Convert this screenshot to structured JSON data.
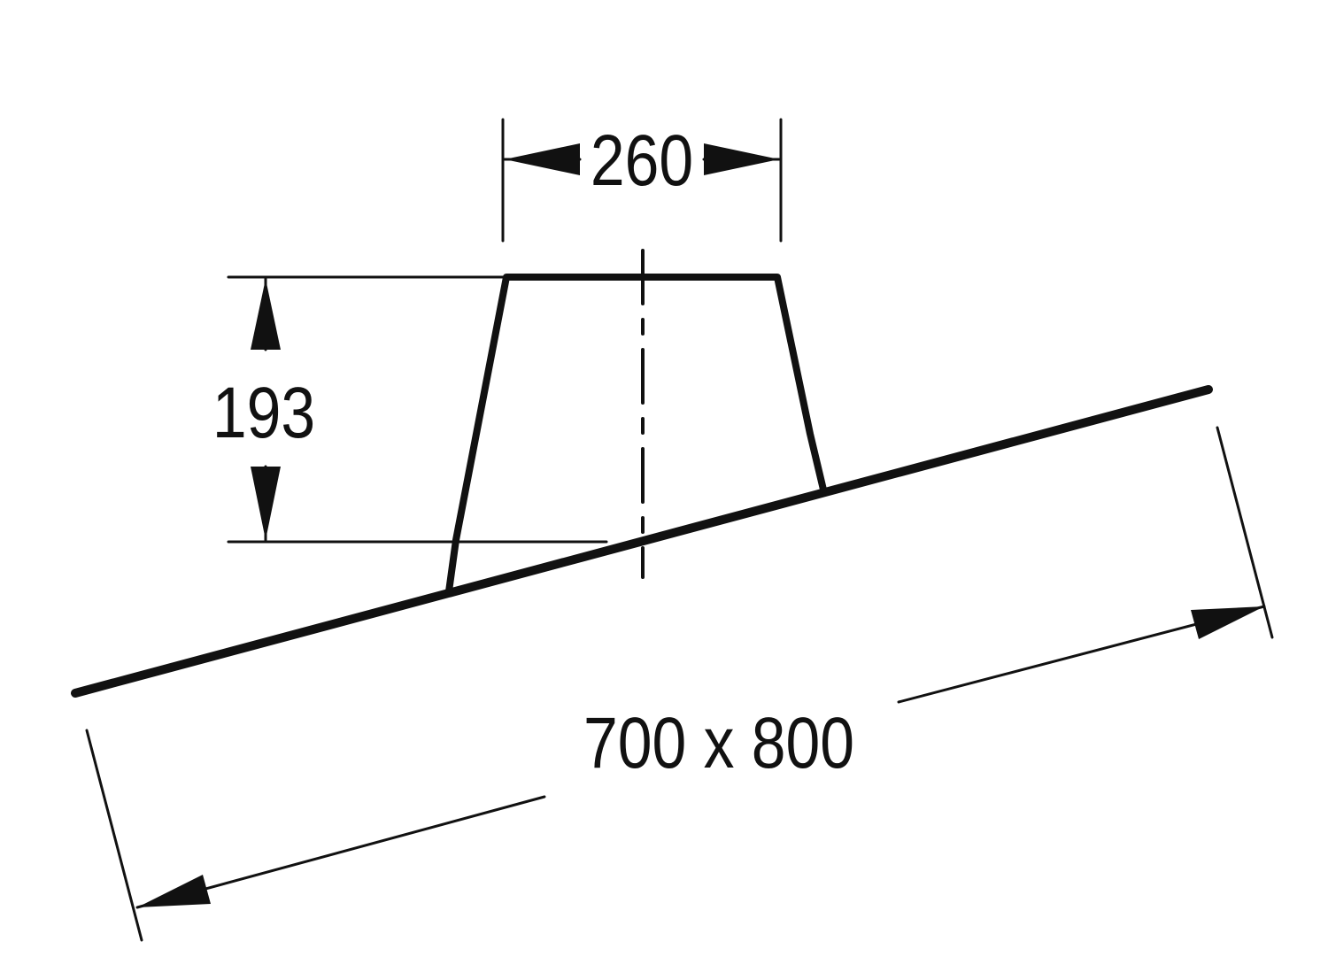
{
  "drawing": {
    "top_width_label": "260",
    "height_label": "193",
    "base_size_label": "700 x 800"
  },
  "colors": {
    "line": "#111111",
    "background": "#ffffff"
  }
}
